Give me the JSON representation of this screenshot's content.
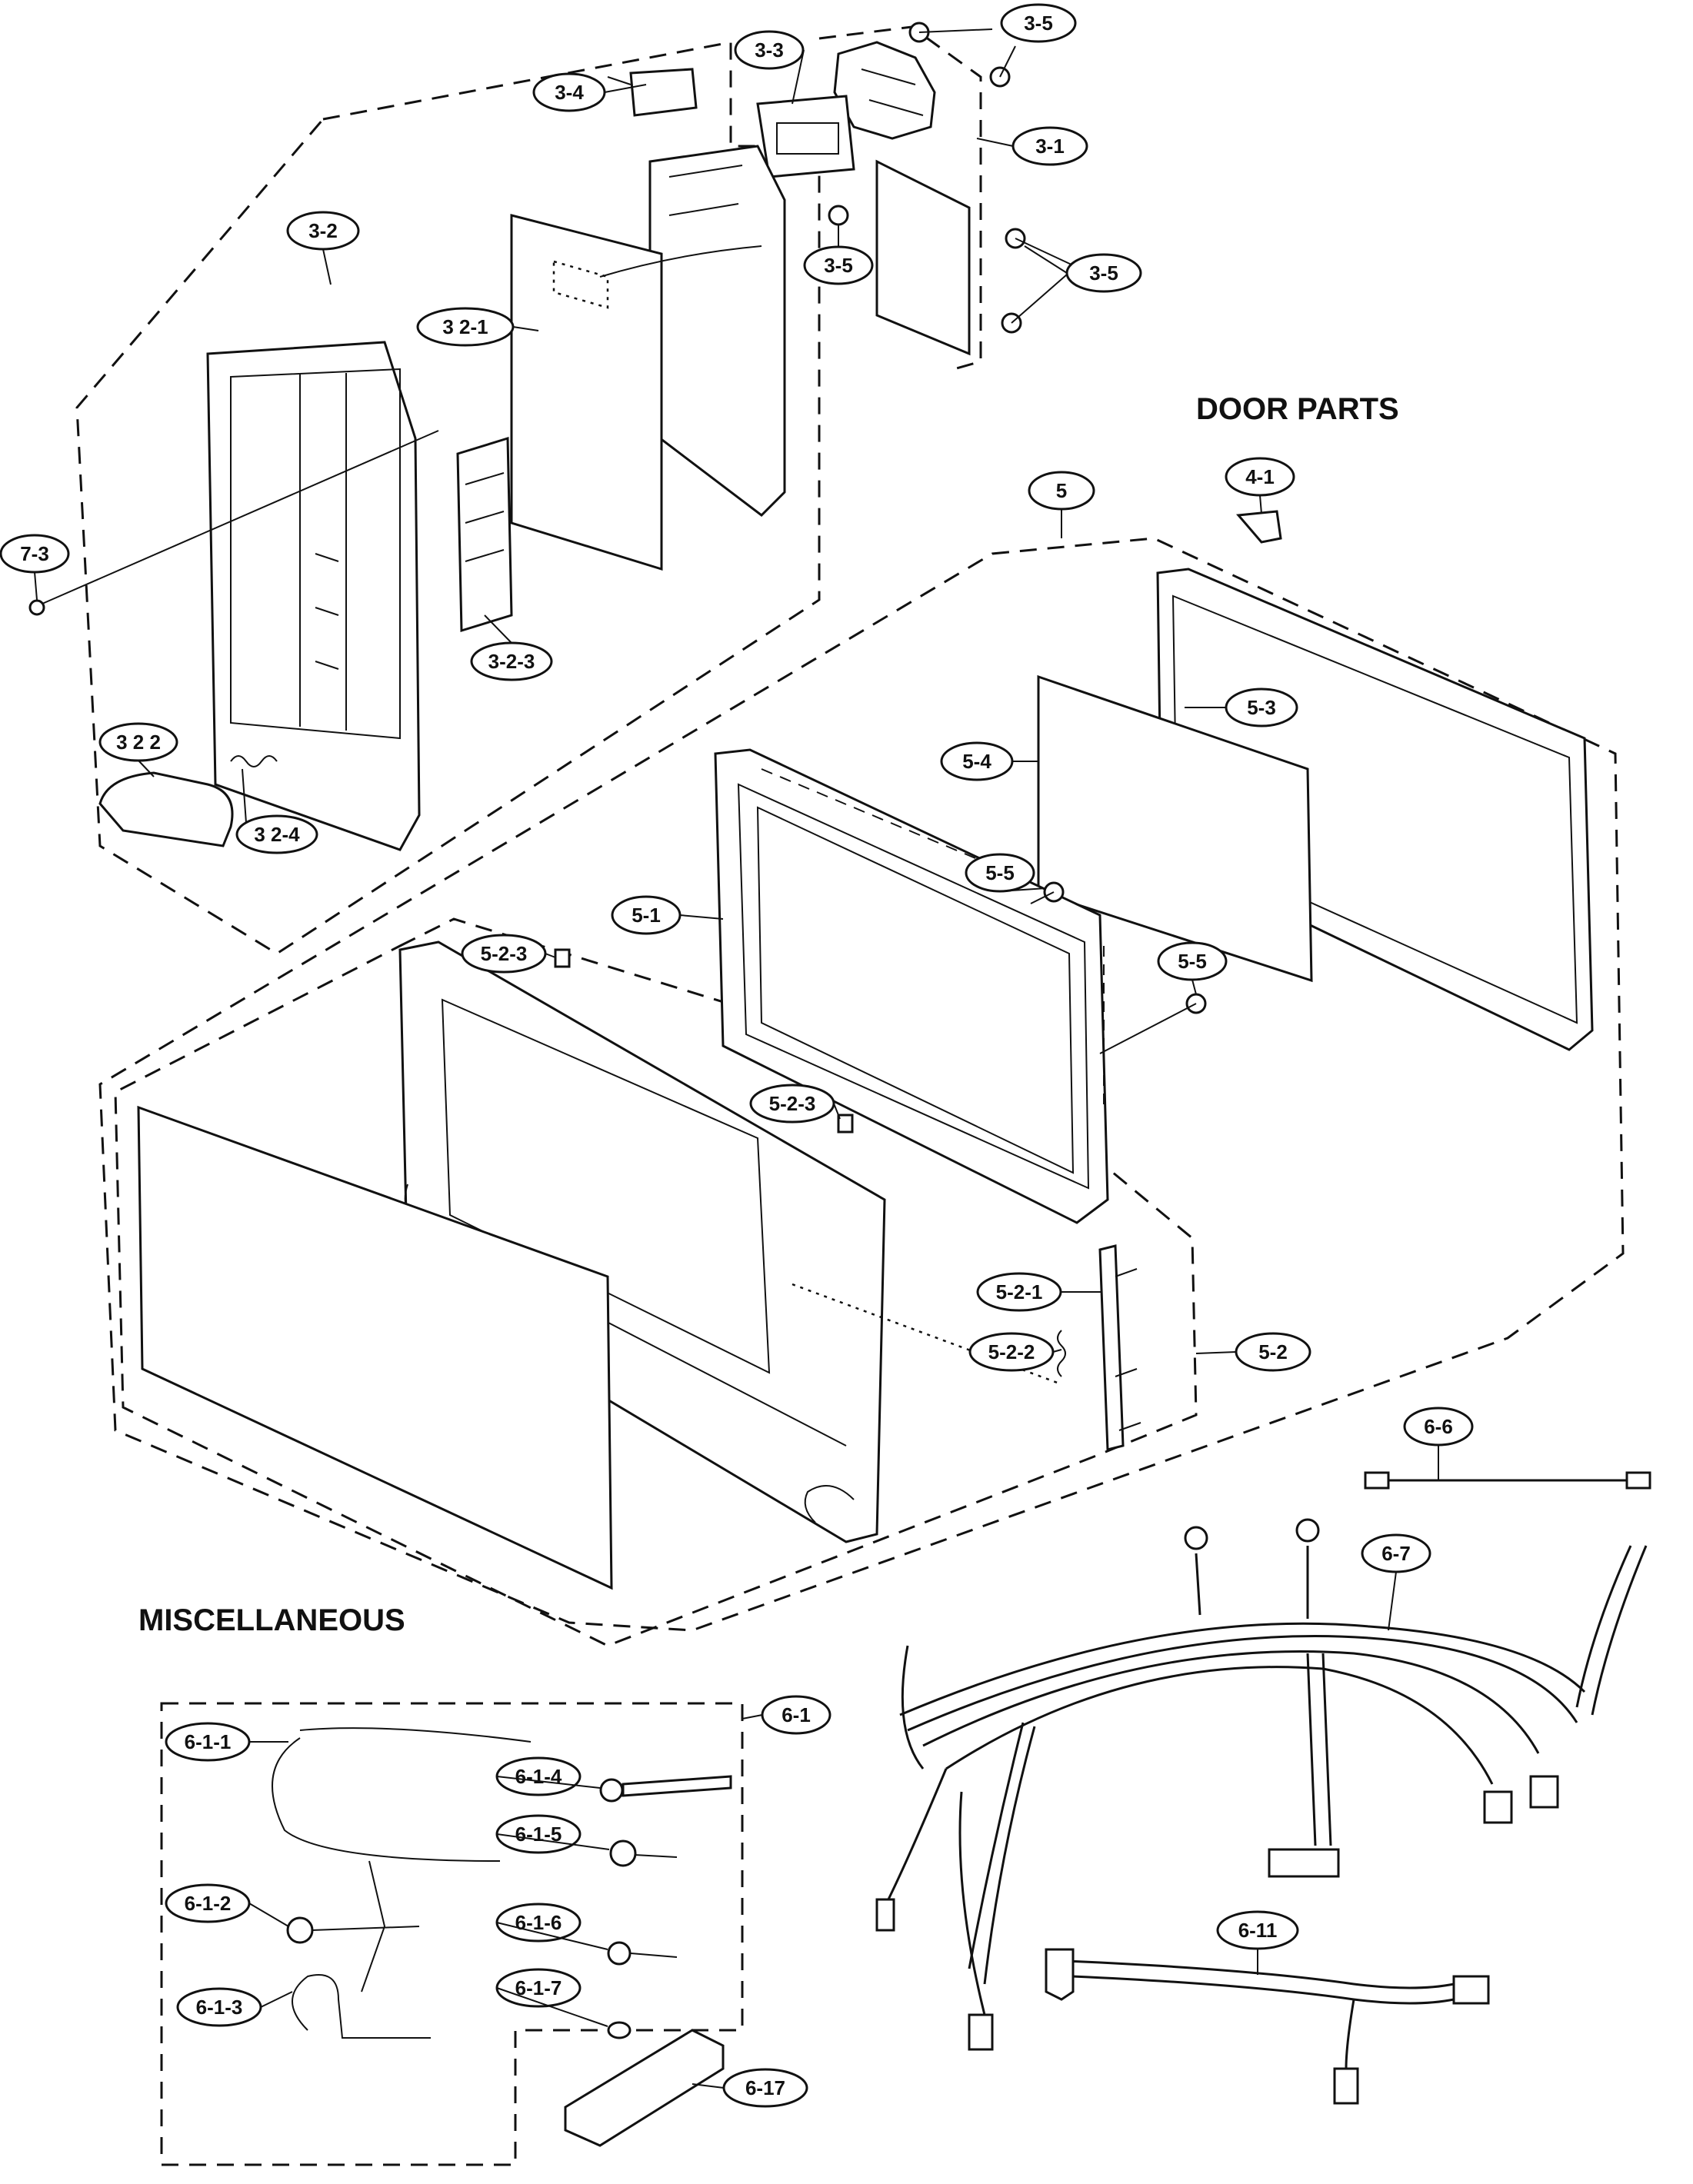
{
  "headings": {
    "door_parts": "DOOR PARTS",
    "miscellaneous": "MISCELLANEOUS"
  },
  "labels": {
    "p3_5a": "3-5",
    "p3_3": "3-3",
    "p3_4": "3-4",
    "p3_1": "3-1",
    "p3_2": "3-2",
    "p3_5b": "3-5",
    "p3_5c": "3-5",
    "p3_2_1": "3 2-1",
    "p7_3": "7-3",
    "p3_2_3": "3-2-3",
    "p3_2_2": "3 2 2",
    "p3_2_4": "3 2-4",
    "p4_1": "4-1",
    "p5": "5",
    "p5_3": "5-3",
    "p5_4": "5-4",
    "p5_5a": "5-5",
    "p5_5b": "5-5",
    "p5_1": "5-1",
    "p5_2_3a": "5-2-3",
    "p5_2_3b": "5-2-3",
    "p5_2_1": "5-2-1",
    "p5_2_2": "5-2-2",
    "p5_2": "5-2",
    "p6_6": "6-6",
    "p6_7": "6-7",
    "p6_1": "6-1",
    "p6_1_1": "6-1-1",
    "p6_1_4": "6-1-4",
    "p6_1_5": "6-1-5",
    "p6_1_2": "6-1-2",
    "p6_1_6": "6-1-6",
    "p6_1_3": "6-1-3",
    "p6_1_7": "6-1-7",
    "p6_11": "6-11",
    "p6_17": "6-17"
  }
}
